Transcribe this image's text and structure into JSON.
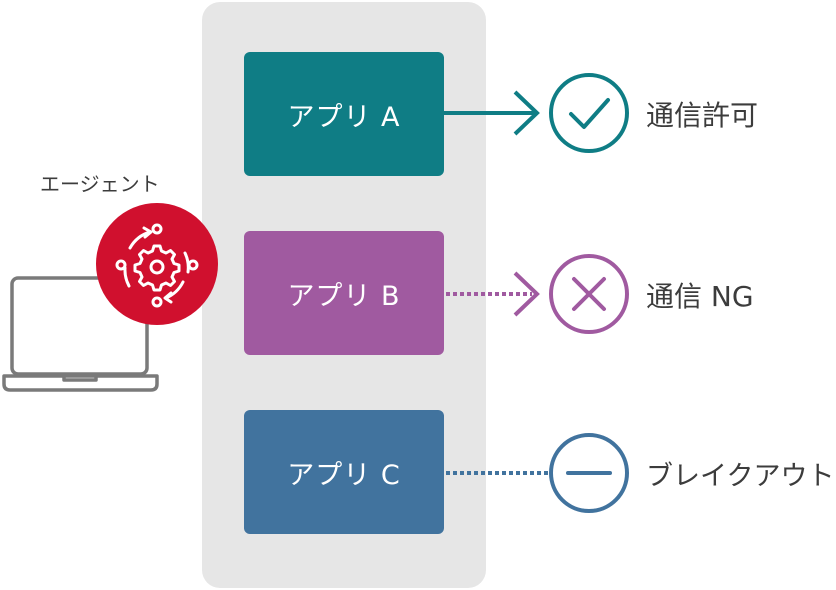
{
  "agent": {
    "label": "エージェント",
    "laptop_icon": "laptop-icon",
    "badge_icon": "gear-sync-icon",
    "badge_color": "#d0102e"
  },
  "apps": [
    {
      "label": "アプリ A",
      "color": "#0f7d85",
      "status": "通信許可",
      "status_icon": "check-circle-icon",
      "connector": "solid-arrow"
    },
    {
      "label": "アプリ B",
      "color": "#a05aa0",
      "status": "通信 NG",
      "status_icon": "cross-circle-icon",
      "connector": "dotted-arrow"
    },
    {
      "label": "アプリ C",
      "color": "#41739e",
      "status": "ブレイクアウト",
      "status_icon": "minus-circle-icon",
      "connector": "dotted-line"
    }
  ]
}
